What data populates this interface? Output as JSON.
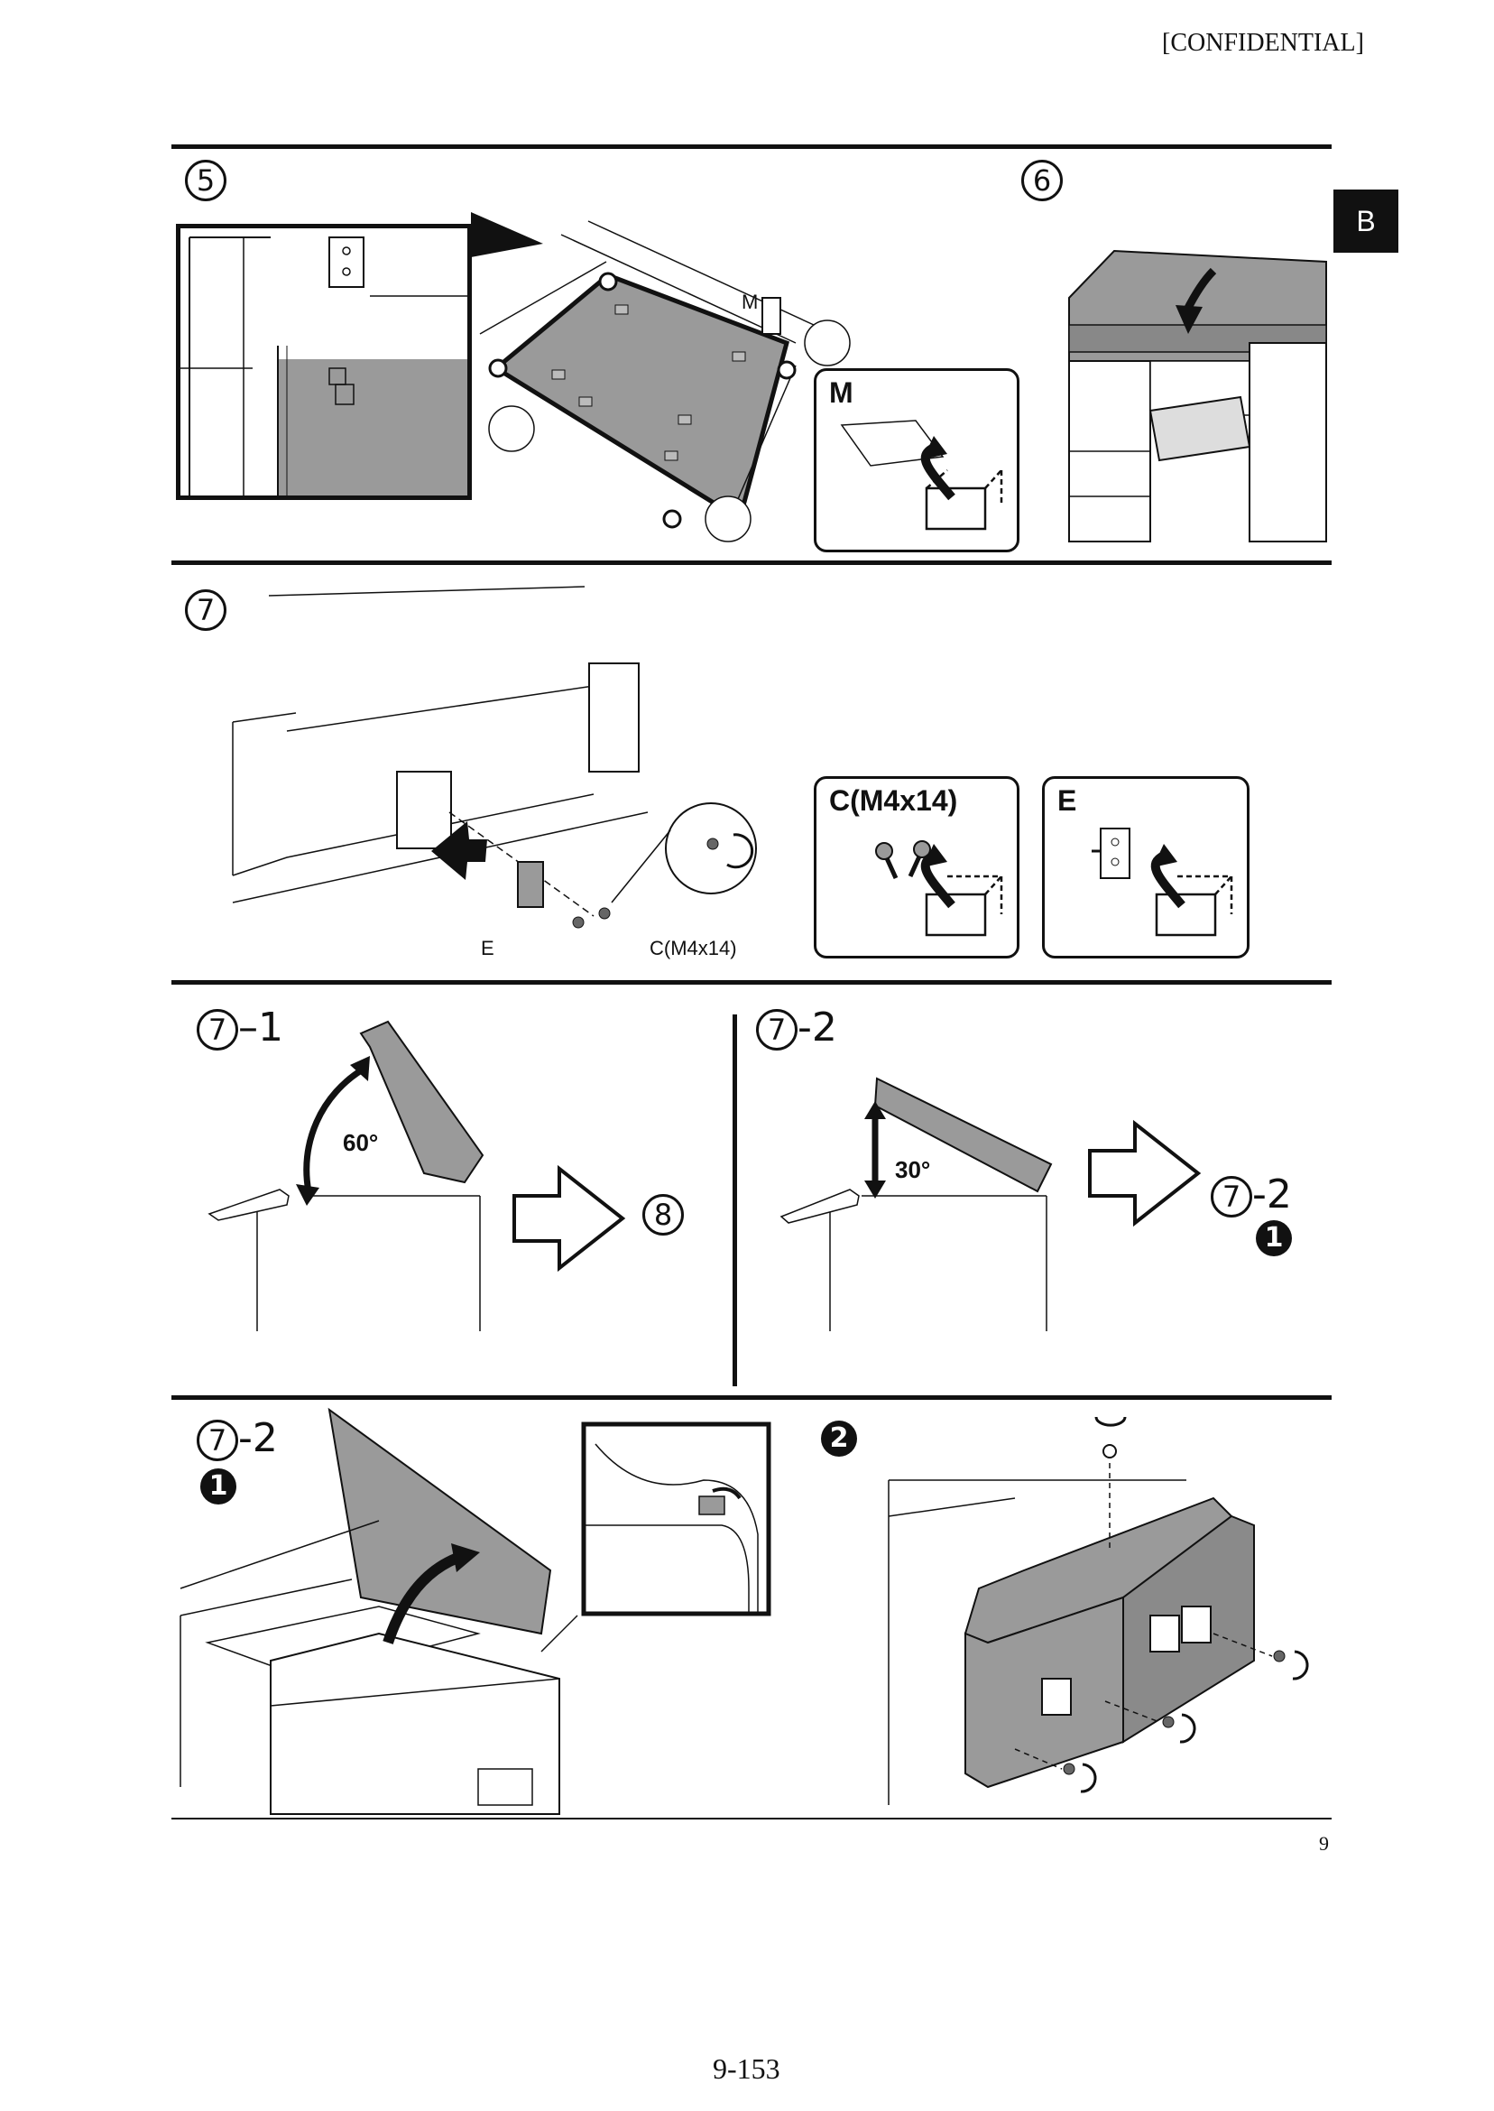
{
  "header": {
    "confidential": "[CONFIDENTIAL]"
  },
  "side_tab": {
    "label": "B"
  },
  "steps": {
    "s5": {
      "num": "5"
    },
    "s6": {
      "num": "6"
    },
    "s7": {
      "num": "7"
    },
    "s7_1": {
      "num": "7",
      "suffix": "–1",
      "angle": "60°",
      "next_num": "8"
    },
    "s7_2": {
      "num": "7",
      "suffix": "-2",
      "angle": "30°",
      "next_num": "7",
      "next_suffix": "-2",
      "next_sub": "1"
    },
    "s7_2_1": {
      "num": "7",
      "suffix": "-2",
      "sub": "1"
    },
    "s2": {
      "sub": "2"
    }
  },
  "labels": {
    "m_small": "M",
    "m_callout": "M",
    "screw_callout": "C(M4x14)",
    "bracket_callout": "E",
    "fig_e": "E",
    "fig_screw": "C(M4x14)"
  },
  "footer": {
    "page_local": "9",
    "page_number": "9-153"
  }
}
